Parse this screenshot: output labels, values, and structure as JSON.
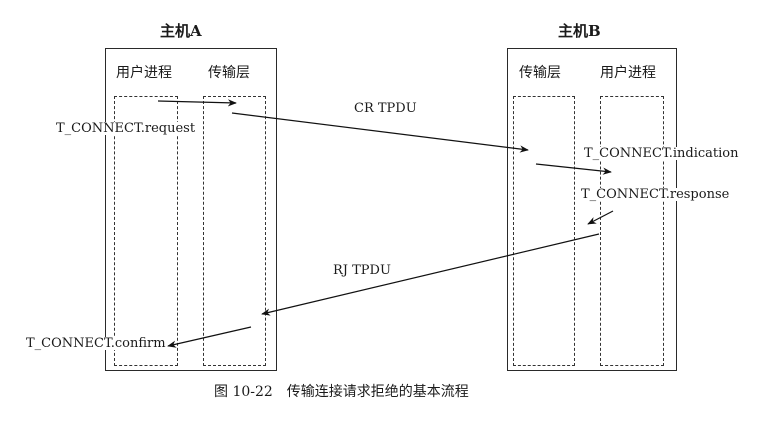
{
  "hostA": {
    "title": "主机A",
    "user_process": "用户进程",
    "transport_layer": "传输层"
  },
  "hostB": {
    "title": "主机B",
    "transport_layer": "传输层",
    "user_process": "用户进程"
  },
  "primitives": {
    "request": "T_CONNECT.request",
    "indication": "T_CONNECT.indication",
    "response": "T_CONNECT.response",
    "confirm": "T_CONNECT.confirm"
  },
  "messages": {
    "cr": "CR TPDU",
    "rj": "RJ TPDU"
  },
  "caption": "图 10-22　传输连接请求拒绝的基本流程"
}
